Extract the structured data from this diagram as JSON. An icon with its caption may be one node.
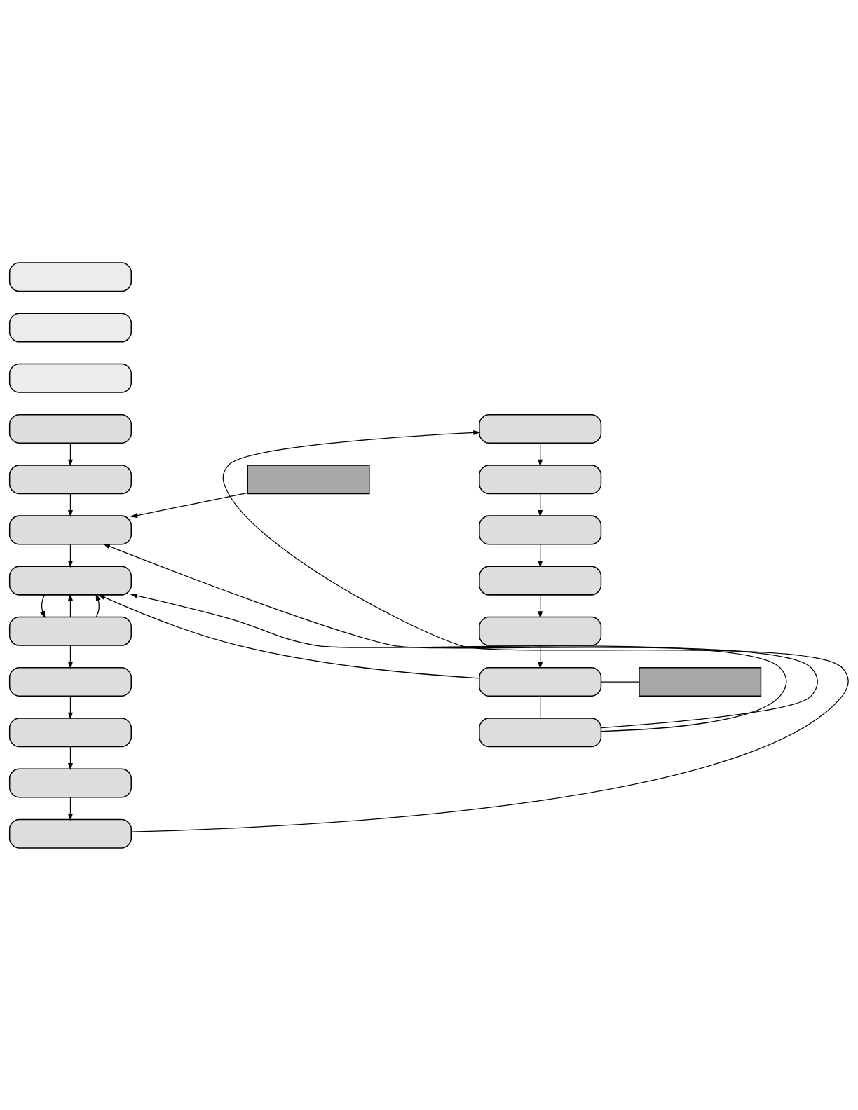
{
  "diagram": {
    "nodes": [
      {
        "text": [],
        "shape": "box"
      },
      {
        "text": [],
        "shape": "box"
      },
      {
        "text": [],
        "shape": "box"
      },
      {
        "text": [],
        "shape": "box"
      },
      {
        "text": [],
        "shape": "box"
      },
      {
        "text": [],
        "shape": "box"
      },
      {
        "text": [],
        "shape": "box"
      },
      {
        "text": [],
        "shape": "box"
      },
      {
        "text": [],
        "shape": "box"
      },
      {
        "text": [],
        "shape": "box"
      },
      {
        "text": [],
        "shape": "box"
      },
      {
        "text": [],
        "shape": "box"
      },
      {
        "text": [],
        "shape": "box"
      },
      {
        "text": [],
        "shape": "box"
      },
      {
        "text": [],
        "shape": "box"
      },
      {
        "text": [],
        "shape": "box"
      },
      {
        "text": [],
        "shape": "box"
      },
      {
        "text": [],
        "shape": "box"
      },
      {
        "text": [],
        "shape": "box"
      },
      {
        "text": [],
        "shape": "box"
      },
      {
        "text": [],
        "shape": "box"
      }
    ],
    "edges": [
      {
        "from": 3,
        "to": 4,
        "arrow": "to"
      },
      {
        "from": 4,
        "to": 5,
        "arrow": "to"
      },
      {
        "from": 12,
        "to": 5,
        "arrow": "to"
      },
      {
        "from": 5,
        "to": 6,
        "arrow": "to"
      },
      {
        "from": 6,
        "to": 7,
        "arrow": "to"
      },
      {
        "from": 7,
        "to": 6,
        "arrow": "to"
      },
      {
        "from": 7,
        "to": 6,
        "arrow": "to"
      },
      {
        "from": 7,
        "to": 8,
        "arrow": "to"
      },
      {
        "from": 8,
        "to": 9,
        "arrow": "to"
      },
      {
        "from": 9,
        "to": 10,
        "arrow": "to"
      },
      {
        "from": 10,
        "to": 11,
        "arrow": "to"
      },
      {
        "from": 11,
        "to": 13,
        "arrow": "to"
      },
      {
        "from": 13,
        "to": 14,
        "arrow": "to"
      },
      {
        "from": 14,
        "to": 15,
        "arrow": "to"
      },
      {
        "from": 15,
        "to": 16,
        "arrow": "to"
      },
      {
        "from": 16,
        "to": 17,
        "arrow": "to"
      },
      {
        "from": 17,
        "to": 18,
        "arrow": "to"
      },
      {
        "from": 18,
        "to": 20,
        "arrow": "none"
      },
      {
        "from": 18,
        "to": 19,
        "arrow": "none"
      },
      {
        "from": 18,
        "to": 6,
        "arrow": "to"
      },
      {
        "from": 19,
        "to": 6,
        "arrow": "to"
      },
      {
        "from": 19,
        "to": 5,
        "arrow": "to"
      }
    ]
  }
}
